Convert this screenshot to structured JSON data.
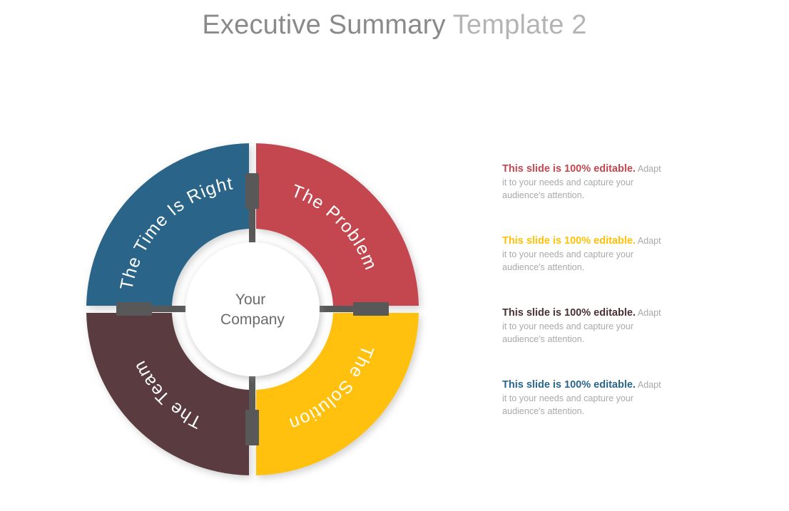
{
  "title": {
    "strong": "Executive Summary ",
    "light": "Template 2"
  },
  "wheel": {
    "center_line1": "Your",
    "center_line2": "Company",
    "segments": [
      {
        "id": "the-time-is-right",
        "label": "The Time Is Right",
        "color": "#2A6589",
        "position": "top-left"
      },
      {
        "id": "the-problem",
        "label": "The  Problem",
        "color": "#C4474F",
        "position": "top-right"
      },
      {
        "id": "the-solution",
        "label": "The  Solution",
        "color": "#FFC107",
        "position": "bottom-right"
      },
      {
        "id": "the-team",
        "label": "The  Team",
        "color": "#5A3B41",
        "position": "bottom-left"
      }
    ],
    "spoke_color": "#585858"
  },
  "notes": [
    {
      "headline": "This slide is 100% editable.",
      "lead": " Adapt",
      "body_line2": "it to your needs and capture your",
      "body_line3": "audience's attention.",
      "color": "#C4474F"
    },
    {
      "headline": "This slide is 100% editable.",
      "lead": " Adapt",
      "body_line2": "it to your needs and capture your",
      "body_line3": "audience's attention.",
      "color": "#FFC107"
    },
    {
      "headline": "This slide is 100% editable.",
      "lead": " Adapt",
      "body_line2": "it to your needs and capture your",
      "body_line3": "audience's attention.",
      "color": "#4A3034"
    },
    {
      "headline": "This slide is 100% editable.",
      "lead": " Adapt",
      "body_line2": "it to your needs and capture your",
      "body_line3": "audience's attention.",
      "color": "#2A6589"
    }
  ]
}
